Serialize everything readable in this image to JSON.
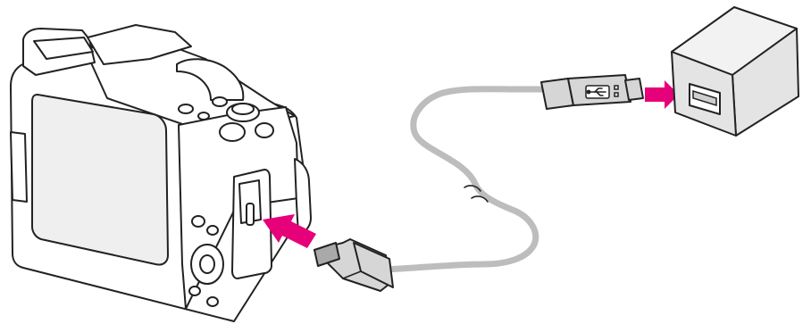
{
  "diagram": {
    "kind": "connection-illustration",
    "objects": [
      {
        "id": "camera",
        "icon": "camera-icon",
        "view": "rear-three-quarter"
      },
      {
        "id": "usb-cable",
        "icon": "usb-cable-icon",
        "ends": [
          "usb-c-plug",
          "usb-a-plug"
        ],
        "break_mark": true
      },
      {
        "id": "ac-adapter",
        "icon": "ac-adapter-icon",
        "port": "usb-a-socket"
      }
    ],
    "arrows": [
      {
        "id": "arrow-into-camera",
        "from": "usb-cable",
        "to": "camera",
        "icon": "arrow-icon"
      },
      {
        "id": "arrow-into-adapter",
        "from": "usb-cable",
        "to": "ac-adapter",
        "icon": "arrow-icon"
      }
    ],
    "symbols": [
      {
        "id": "usb-symbol",
        "icon": "usb-trident-icon"
      }
    ],
    "colors": {
      "line": "#222222",
      "body_fill": "#ffffff",
      "adapter_fill": "#e4e4e4",
      "adapter_top": "#f2f2f2",
      "cable": "#bdbdbd",
      "plug_fill": "#d6d6d6",
      "screen_fill": "#efefef",
      "arrow": "#e6007a"
    }
  }
}
